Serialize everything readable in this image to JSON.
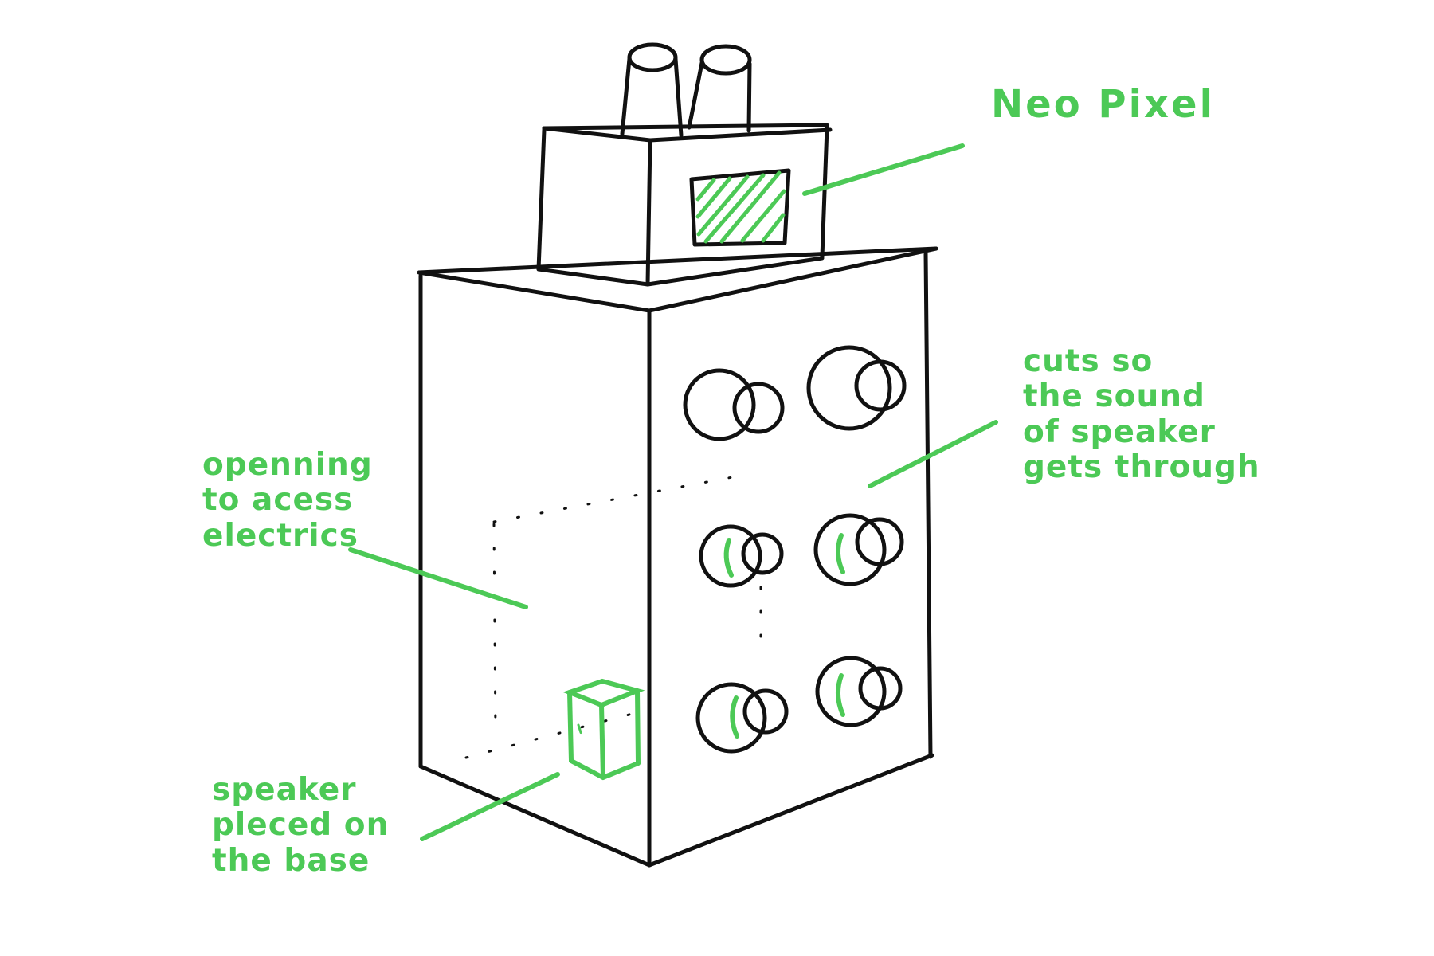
{
  "colors": {
    "ink": "#111111",
    "accent": "#4cc956",
    "background": "#ffffff"
  },
  "labels": {
    "neo_pixel": "Neo Pixel",
    "cuts": "cuts so\nthe sound\nof speaker\ngets through",
    "opening": "openning\nto acess\nelectrics",
    "speaker": "speaker\npleced on\nthe base"
  },
  "parts": {
    "top_knobs": 2,
    "speaker_holes": 6
  }
}
